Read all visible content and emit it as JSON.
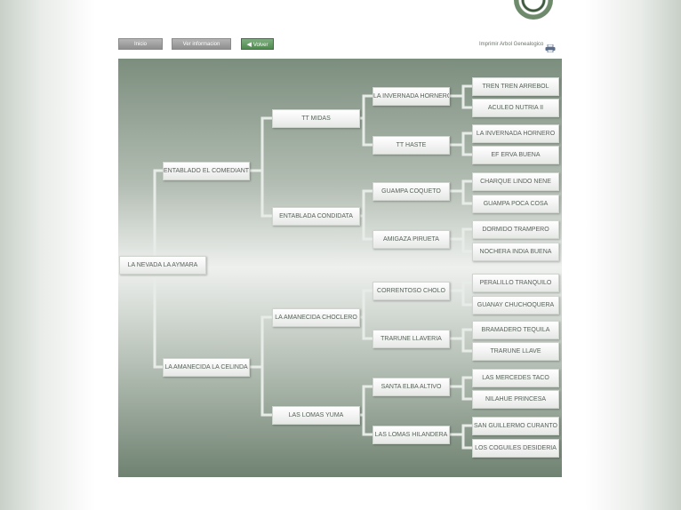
{
  "toolbar": {
    "home_label": "Inicio",
    "info_label": "Ver informacion",
    "back_label": "Volver"
  },
  "print_link": "Imprimir Arbol Genealogico",
  "pedigree": {
    "subject": "LA NEVADA LA AYMARA",
    "sire": "ENTABLADO EL COMEDIANTE",
    "dam": "LA AMANECIDA LA CELINDA",
    "sire_sire": "TT MIDAS",
    "sire_dam": "ENTABLADA CONDIDATA",
    "dam_sire": "LA AMANECIDA CHOCLERO",
    "dam_dam": "LAS LOMAS YUMA",
    "gen3": [
      "LA INVERNADA HORNERO",
      "TT HASTE",
      "GUAMPA COQUETO",
      "AMIGAZA PIRUETA",
      "CORRENTOSO CHOLO",
      "TRARUNE LLAVERIA",
      "SANTA ELBA ALTIVO",
      "LAS LOMAS HILANDERA"
    ],
    "gen4": [
      "TREN TREN ARREBOL",
      "ACULEO NUTRIA II",
      "LA INVERNADA HORNERO",
      "EF ERVA BUENA",
      "CHARQUE LINDO NENE",
      "GUAMPA POCA COSA",
      "DORMIDO TRAMPERO",
      "NOCHERA INDIA BUENA",
      "PERALILLO TRANQUILO",
      "GUANAY CHUCHOQUERA",
      "BRAMADERO TEQUILA",
      "TRARUNE LLAVE",
      "LAS MERCEDES TACO",
      "NILAHUE PRINCESA",
      "SAN GUILLERMO CURANTO",
      "LOS COGUILES DESIDERIA"
    ]
  },
  "colors": {
    "tree_dark": "#6f8271",
    "tree_light": "#eef0ee",
    "connector": "#e8ece8",
    "back_button": "#4f8a50"
  }
}
